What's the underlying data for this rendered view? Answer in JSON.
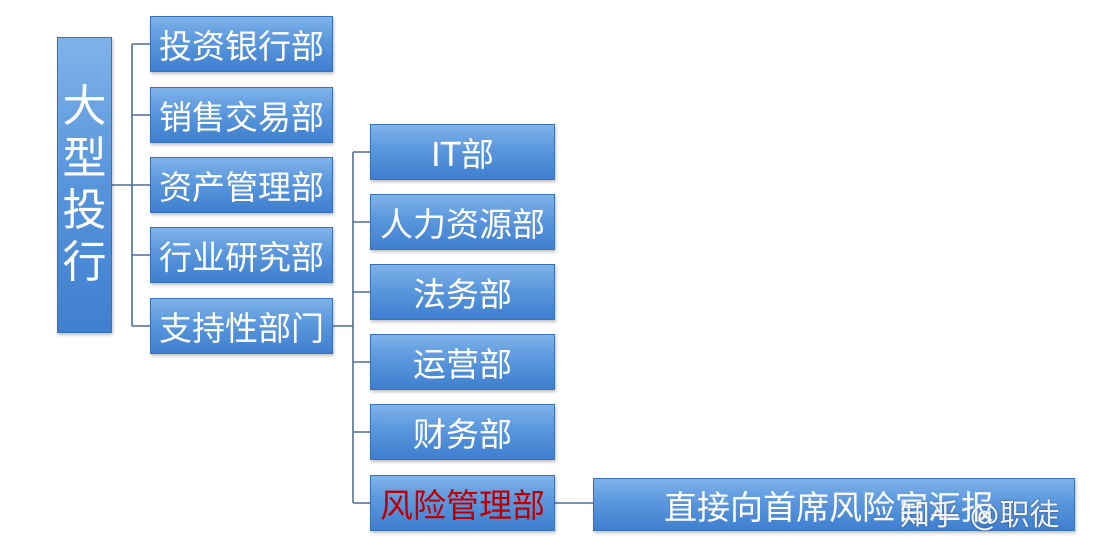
{
  "root": {
    "label_chars": [
      "大",
      "型",
      "投",
      "行"
    ]
  },
  "departments": [
    {
      "label": "投资银行部"
    },
    {
      "label": "销售交易部"
    },
    {
      "label": "资产管理部"
    },
    {
      "label": "行业研究部"
    },
    {
      "label": "支持性部门"
    }
  ],
  "support_departments": [
    {
      "label": "IT部"
    },
    {
      "label": "人力资源部"
    },
    {
      "label": "法务部"
    },
    {
      "label": "运营部"
    },
    {
      "label": "财务部"
    },
    {
      "label": "风险管理部"
    }
  ],
  "risk_report": {
    "label": "直接向首席风险官汇报"
  },
  "watermark": {
    "text": "知乎 @职徒"
  },
  "colors": {
    "box_blue": "#5a97dd",
    "risk_red": "#c00000",
    "connector": "#4a6f9a"
  }
}
